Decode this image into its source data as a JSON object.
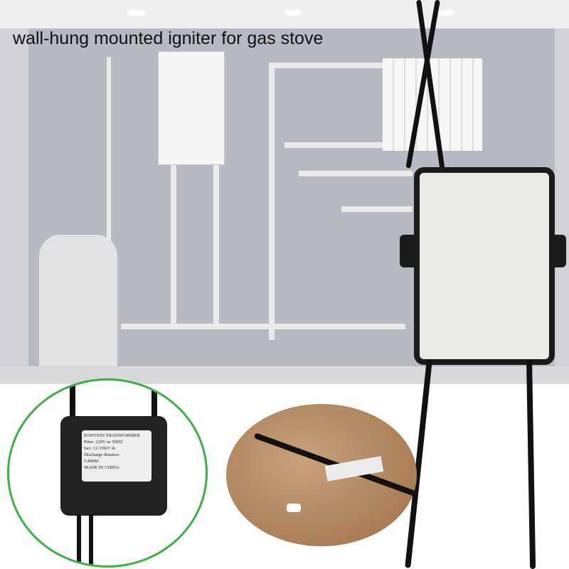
{
  "title": "wall-hung mounted igniter for gas stove",
  "product_label": {
    "heading": "IGNITION TRANSFORMER",
    "lines": [
      "Prim: 220V ac    50HZ",
      "Sec: 12-15KV dc",
      "Discharge distance:",
      "5-8MM",
      "MADE IN CHINA"
    ]
  },
  "colors": {
    "accent_circle": "#3cb043"
  }
}
